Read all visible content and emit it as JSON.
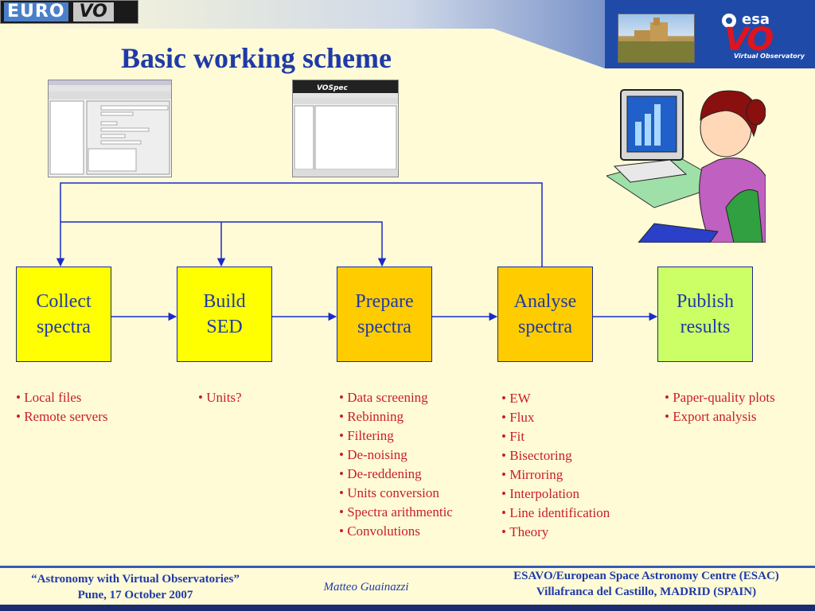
{
  "slide": {
    "title": "Basic working scheme",
    "logo_left": {
      "part1": "EURO",
      "part2": "VO"
    },
    "logo_right": {
      "esa": "esa",
      "vo": "VO",
      "subtitle": "Virtual Observatory"
    },
    "screenshot2_label": "VOSpec"
  },
  "steps": [
    {
      "line1": "Collect",
      "line2": "spectra",
      "fill": "#ffff00"
    },
    {
      "line1": "Build",
      "line2": "SED",
      "fill": "#ffff00"
    },
    {
      "line1": "Prepare",
      "line2": "spectra",
      "fill": "#ffcc00"
    },
    {
      "line1": "Analyse",
      "line2": "spectra",
      "fill": "#ffcc00"
    },
    {
      "line1": "Publish",
      "line2": "results",
      "fill": "#ccff66"
    }
  ],
  "lists": {
    "collect": [
      "Local files",
      "Remote servers"
    ],
    "build": [
      "Units?"
    ],
    "prepare": [
      "Data screening",
      "Rebinning",
      "Filtering",
      "De-noising",
      "De-reddening",
      "Units conversion",
      "Spectra arithmentic",
      "Convolutions"
    ],
    "analyse": [
      "EW",
      "Flux",
      "Fit",
      "Bisectoring",
      "Mirroring",
      "Interpolation",
      "Line identification",
      "Theory"
    ],
    "publish": [
      "Paper-quality plots",
      "Export analysis"
    ]
  },
  "footer": {
    "left_line1": "“Astronomy with Virtual Observatories”",
    "left_line2": "Pune, 17 October 2007",
    "author": "Matteo Guainazzi",
    "right_line1": "ESAVO/European Space Astronomy Centre (ESAC)",
    "right_line2": "Villafranca del Castillo, MADRID (SPAIN)"
  },
  "colors": {
    "background": "#fffbd6",
    "title": "#1f3aa8",
    "list_text": "#c81e28",
    "connector": "#1a2acc",
    "header_band": "#1f4aa8"
  },
  "icons": [
    "person-at-computer-icon",
    "spain-castle-photo"
  ]
}
